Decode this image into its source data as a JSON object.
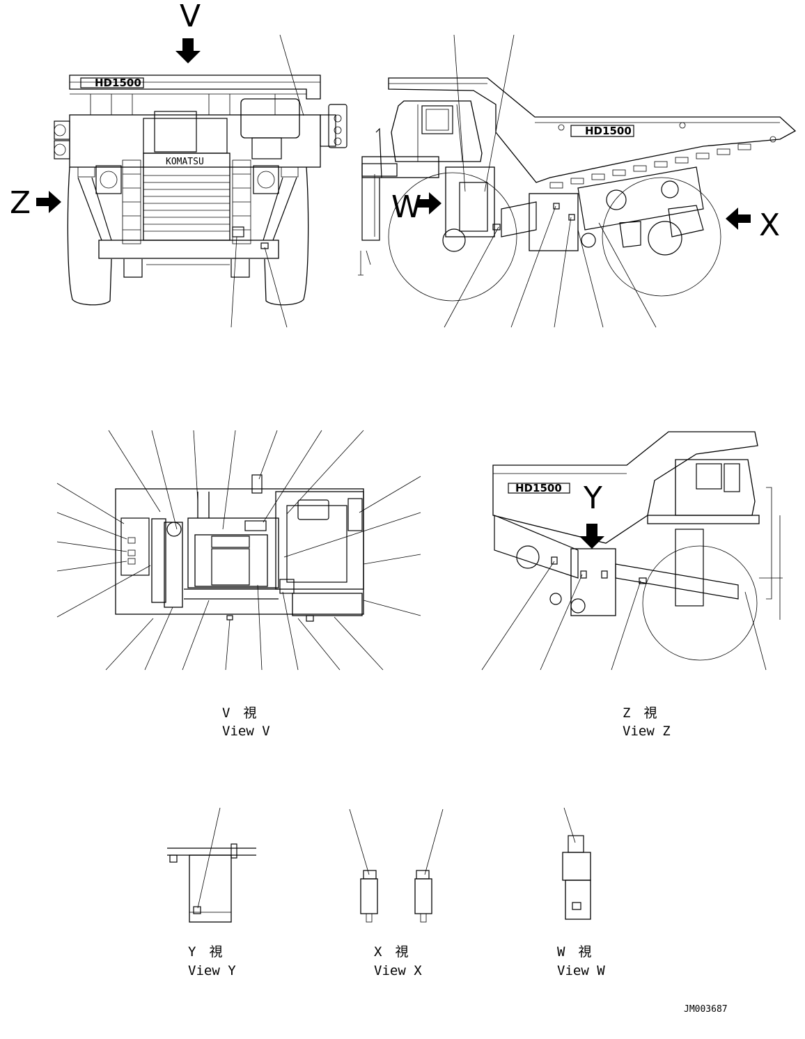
{
  "arrow_labels": {
    "v": "V",
    "z": "Z",
    "w": "W",
    "x": "X",
    "y": "Y"
  },
  "views": {
    "v": {
      "jp": "V　視",
      "en": "View V"
    },
    "z": {
      "jp": "Z　視",
      "en": "View Z"
    },
    "y": {
      "jp": "Y　視",
      "en": "View Y"
    },
    "x": {
      "jp": "X　視",
      "en": "View X"
    },
    "w": {
      "jp": "W　視",
      "en": "View W"
    }
  },
  "model_badge": "HD1500",
  "brand": "KOMATSU",
  "drawing_code": "JM003687"
}
